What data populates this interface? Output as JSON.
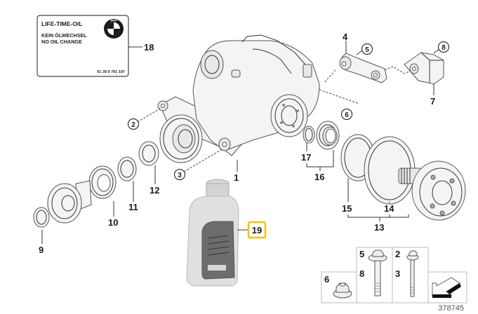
{
  "diagram": {
    "title": "Rear axle differential parts diagram",
    "reference_number": "378745",
    "highlight_color": "#f2c200",
    "highlighted_part": "19",
    "sticker": {
      "line1": "LIFE-TIME-OIL",
      "line2": "KEIN ÖLWECHSEL",
      "line3": "NO OIL CHANGE",
      "part_number": "01 39 9 791 197",
      "logo": "BMW",
      "callout": "18"
    },
    "callouts": {
      "p1": "1",
      "p2": "2",
      "p3": "3",
      "p4": "4",
      "p5": "5",
      "p6": "6",
      "p7": "7",
      "p8": "8",
      "p9": "9",
      "p10": "10",
      "p11": "11",
      "p12": "12",
      "p13": "13",
      "p14": "14",
      "p15": "15",
      "p16": "16",
      "p17": "17",
      "p19": "19"
    },
    "hardware_table": {
      "cells": [
        {
          "labels": [
            "6"
          ],
          "item": "flange-nut"
        },
        {
          "labels": [
            "5",
            "8"
          ],
          "item": "flange-bolt"
        },
        {
          "labels": [
            "2",
            "3"
          ],
          "item": "long-bolt"
        },
        {
          "labels": [],
          "item": "direction-arrow"
        }
      ]
    }
  }
}
